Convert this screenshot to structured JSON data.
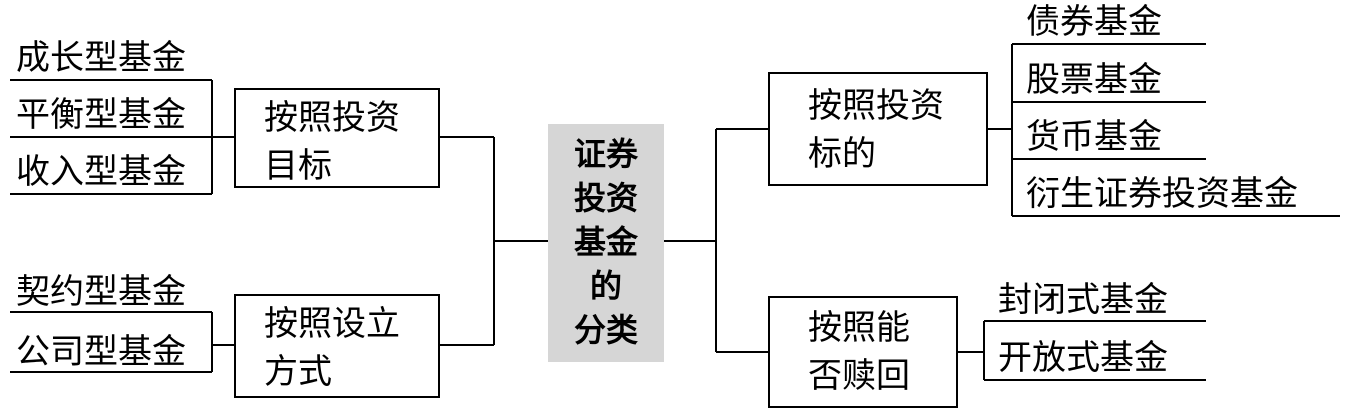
{
  "center": {
    "label": "证券\n投资\n基金\n的\n分类"
  },
  "left": [
    {
      "category": "按照投资\n目标",
      "items": [
        "成长型基金",
        "平衡型基金",
        "收入型基金"
      ]
    },
    {
      "category": "按照设立\n方式",
      "items": [
        "契约型基金",
        "公司型基金"
      ]
    }
  ],
  "right": [
    {
      "category": "按照投资\n标的",
      "items": [
        "债券基金",
        "股票基金",
        "货币基金",
        "衍生证券投资基金"
      ]
    },
    {
      "category": "按照能\n否赎回",
      "items": [
        "封闭式基金",
        "开放式基金"
      ]
    }
  ],
  "colors": {
    "center_fill": "#d6d6d6",
    "line": "#000000"
  }
}
